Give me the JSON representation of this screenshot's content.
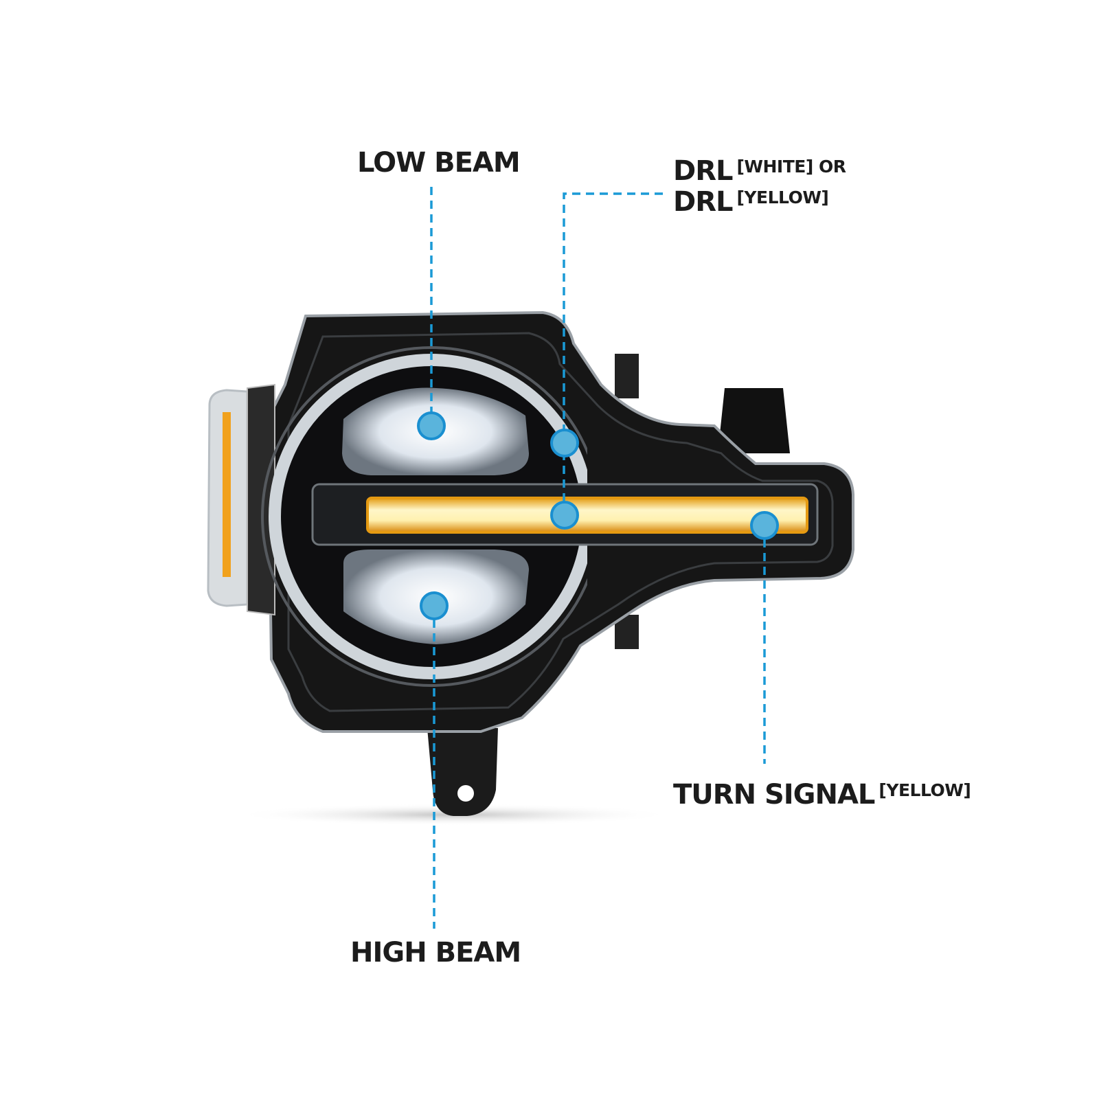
{
  "labels": {
    "low_beam": "LOW BEAM",
    "high_beam": "HIGH BEAM",
    "drl_main_1": "DRL",
    "drl_note_1": "[WHITE] OR",
    "drl_main_2": "DRL",
    "drl_note_2": "[YELLOW]",
    "turn_main": "TURN SIGNAL",
    "turn_note": "[YELLOW]"
  },
  "colors": {
    "callout": "#1a9ad6",
    "dot": "#5ab4dc",
    "amber": "#f7b21e"
  }
}
